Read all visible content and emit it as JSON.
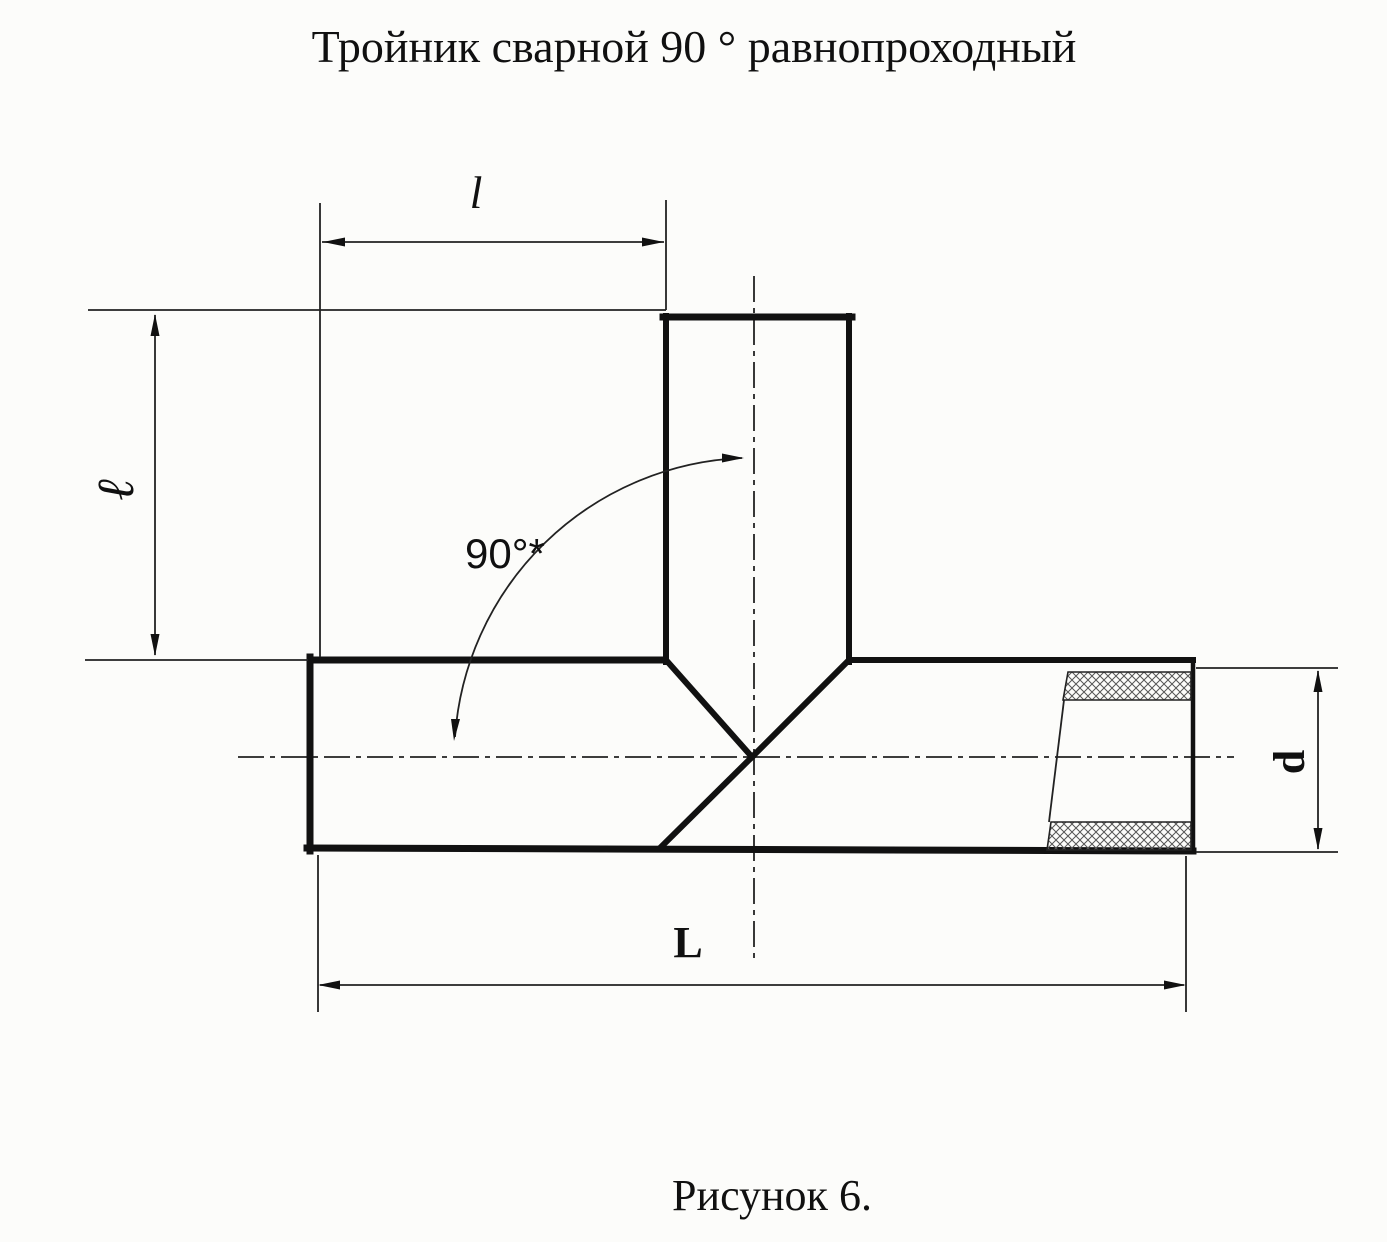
{
  "title": "Тройник сварной 90 ° равнопроходный",
  "caption": "Рисунок 6.",
  "figure_type": "welded 90-degree equal tee technical drawing",
  "dimensions": {
    "branch_offset_label": "l",
    "branch_height_label": "ℓ",
    "angle_label": "90°*",
    "diameter_label": "d",
    "overall_length_label": "L"
  }
}
